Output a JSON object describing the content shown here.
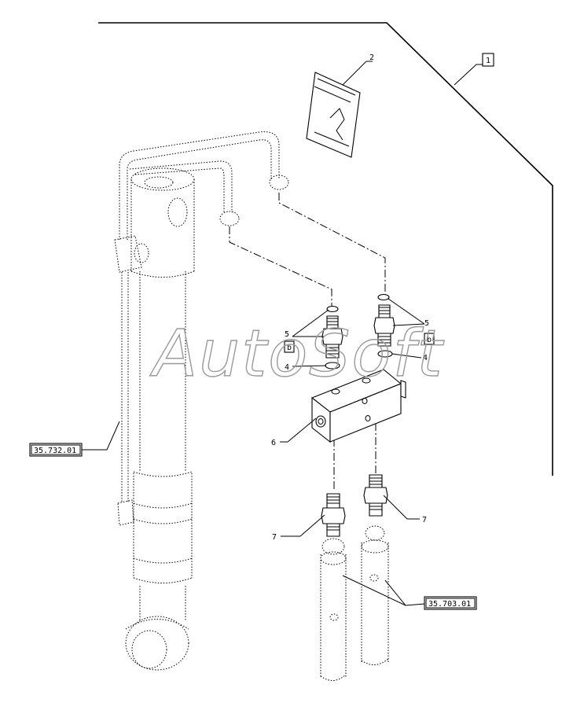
{
  "watermark": "AutoSoft",
  "callouts": {
    "item_1": "1",
    "item_2": "2",
    "item_4_left": "4",
    "item_4_right": "4",
    "item_5_left": "5",
    "item_5_right": "5",
    "item_6": "6",
    "item_7_left": "7",
    "item_7_right": "7"
  },
  "small_boxes": {
    "left": "b",
    "right": "b"
  },
  "references": {
    "ref_left": "35.732.01",
    "ref_right": "35.703.01"
  }
}
